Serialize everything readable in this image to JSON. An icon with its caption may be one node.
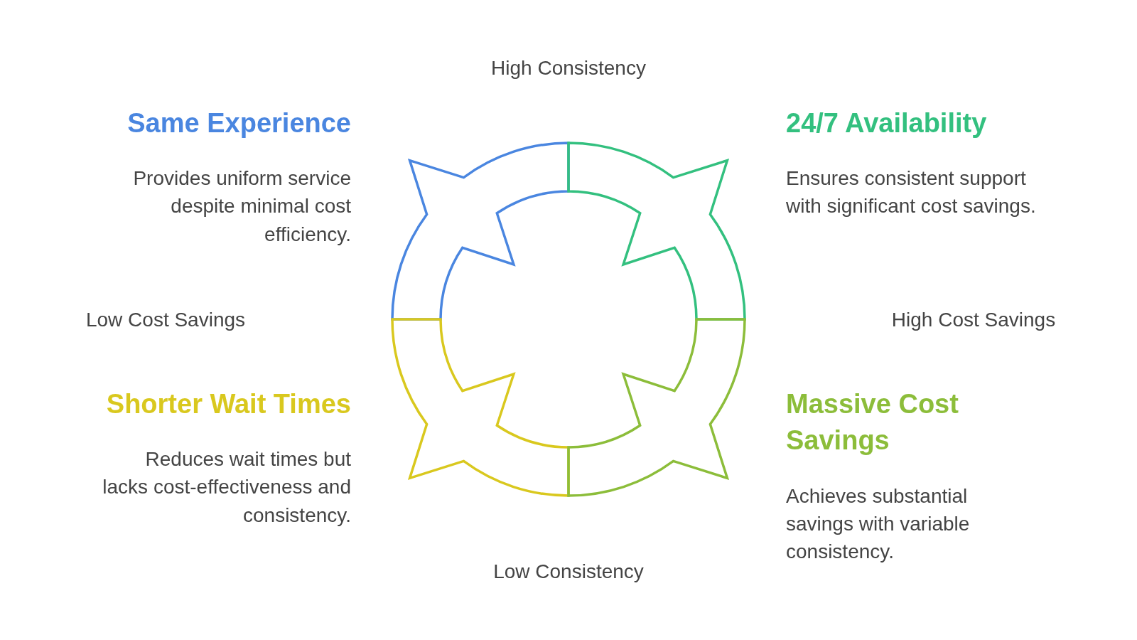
{
  "diagram": {
    "nodes": [
      {
        "text": [
          "Same Experience",
          "Provides uniform service despite minimal cost efficiency."
        ]
      },
      {
        "text": [
          "24/7 Availability",
          "Ensures consistent support with significant cost savings."
        ]
      },
      {
        "text": [
          "Shorter Wait Times",
          "Reduces wait times but lacks cost-effectiveness and consistency."
        ]
      },
      {
        "text": [
          "Massive Cost Savings",
          "Achieves substantial savings with variable consistency."
        ]
      }
    ],
    "labels": [
      "High Consistency",
      "Low Cost Savings",
      "High Cost Savings",
      "Low Consistency"
    ]
  }
}
